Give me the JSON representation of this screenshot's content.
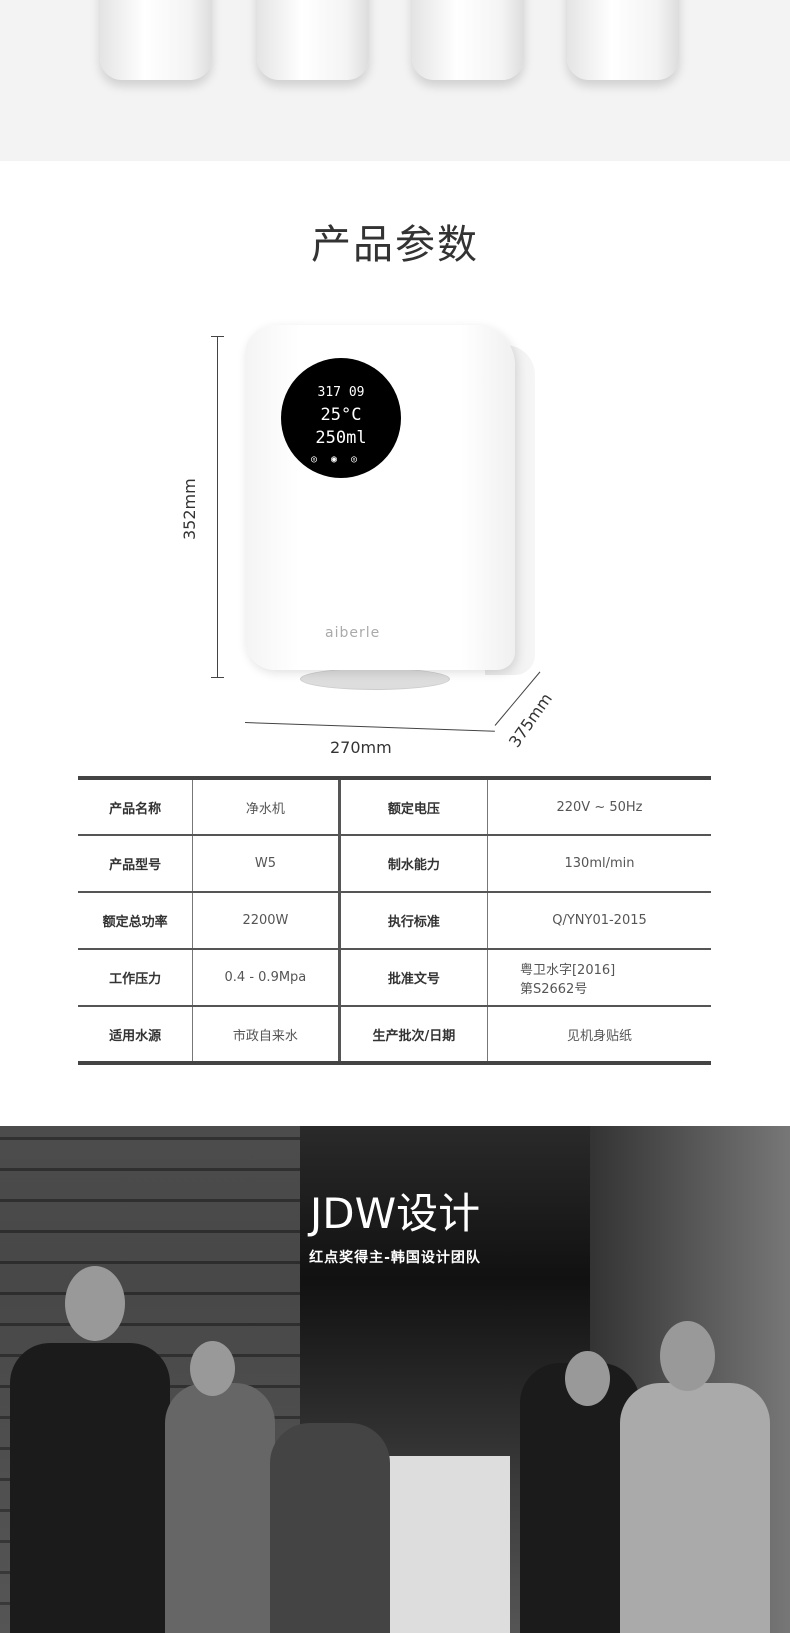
{
  "section_title": "产品参数",
  "device": {
    "screen_line1": "317 09",
    "screen_temp": "25°C",
    "screen_volume": "250ml",
    "screen_icons": "◎◉◎",
    "brand": "aiberle"
  },
  "dimensions": {
    "height": "352mm",
    "width": "270mm",
    "depth": "375mm"
  },
  "specs": [
    [
      "产品名称",
      "净水机",
      "额定电压",
      "220V ~ 50Hz"
    ],
    [
      "产品型号",
      "W5",
      "制水能力",
      "130ml/min"
    ],
    [
      "额定总功率",
      "2200W",
      "执行标准",
      "Q/YNY01-2015"
    ],
    [
      "工作压力",
      "0.4 - 0.9Mpa",
      "批准文号",
      "粤卫水字[2016]\n第S2662号"
    ],
    [
      "适用水源",
      "市政自来水",
      "生产批次/日期",
      "见机身贴纸"
    ]
  ],
  "team": {
    "title": "JDW设计",
    "subtitle": "红点奖得主-韩国设计团队"
  }
}
